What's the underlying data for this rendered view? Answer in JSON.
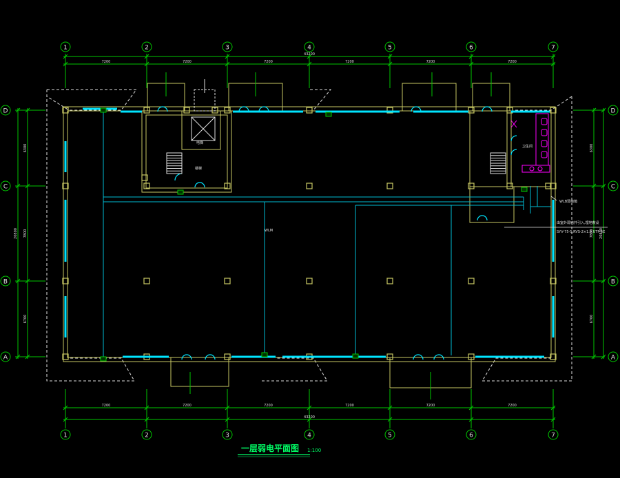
{
  "grid": {
    "columns": [
      "1",
      "2",
      "3",
      "4",
      "5",
      "6",
      "7"
    ],
    "rows": [
      "D",
      "C",
      "B",
      "A"
    ]
  },
  "dimensions": {
    "top_bays": [
      "7200",
      "7200",
      "7200",
      "7200",
      "7200",
      "7200"
    ],
    "top_total": "43200",
    "bottom_bays": [
      "7200",
      "7200",
      "7200",
      "7200",
      "7200",
      "7200"
    ],
    "bottom_total": "43200",
    "left_bays": [
      "6300",
      "7800",
      "6700"
    ],
    "left_total": "20800",
    "right_bays": [
      "6300",
      "7800",
      "6700"
    ],
    "right_total": "20800"
  },
  "labels": {
    "riser": "WLM",
    "room_stair": "楼梯",
    "room_lift": "电梯",
    "room_wc": "卫生间",
    "panel_note": "WLB弱电箱",
    "cable_note_1": "由室外弱电井引入,埋地敷设",
    "cable_note_2": "SYV-75-5,RVS-2×1.0,UTP-5E"
  },
  "title": {
    "main": "一层弱电平面图",
    "scale": "1:100"
  },
  "colors": {
    "background": "#000000",
    "grid_line": "#00c800",
    "wall": "#c8c864",
    "window": "#00e5ff",
    "cable": "#00bcd4",
    "outline": "#e0e0e0",
    "accent": "#ff00ff"
  }
}
